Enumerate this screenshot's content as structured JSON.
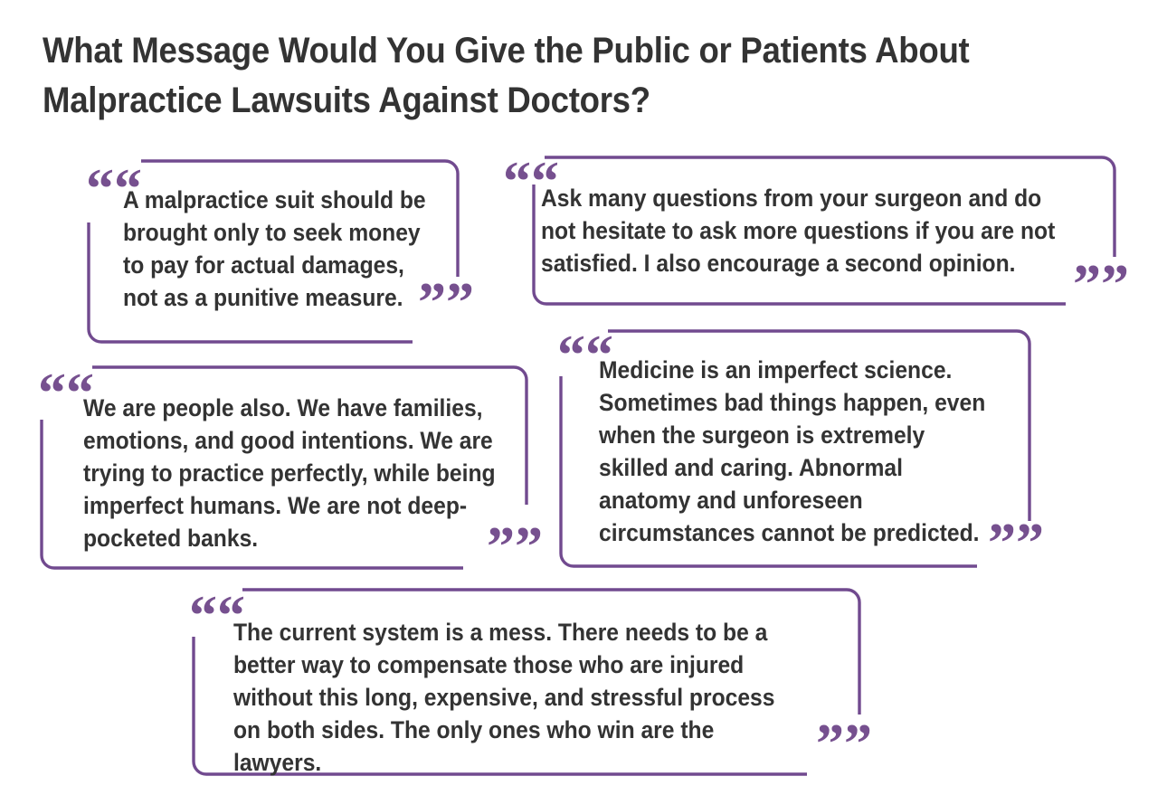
{
  "title": "What Message Would You Give the Public or Patients About Malpractice Lawsuits Against Doctors?",
  "colors": {
    "accent_purple": "#76508F",
    "border_purple": "#714A8F",
    "text_dark": "#333333",
    "background": "#FFFFFF"
  },
  "quote_marks": {
    "open": "“",
    "close": "”"
  },
  "quotes": [
    {
      "id": "quote-1",
      "text": "A malpractice suit should be brought only to seek money to pay for actual damages, not as a punitive measure."
    },
    {
      "id": "quote-2",
      "text": "Ask many questions from your surgeon and do not hesitate to ask more questions if you are not satisfied. I also encourage a second opinion."
    },
    {
      "id": "quote-3",
      "text": "We are people also. We have families, emotions, and good intentions. We are trying to practice perfectly, while being imperfect humans. We are not deep-pocketed banks."
    },
    {
      "id": "quote-4",
      "text": "Medicine is an imperfect science. Sometimes bad things happen, even when the surgeon is extremely skilled and caring. Abnormal anatomy and unforeseen circumstances cannot be predicted."
    },
    {
      "id": "quote-5",
      "text": "The current system is a mess. There needs to be a better way to compensate those who are injured without this long, expensive, and stressful process on both sides. The only ones who win are the lawyers."
    }
  ]
}
